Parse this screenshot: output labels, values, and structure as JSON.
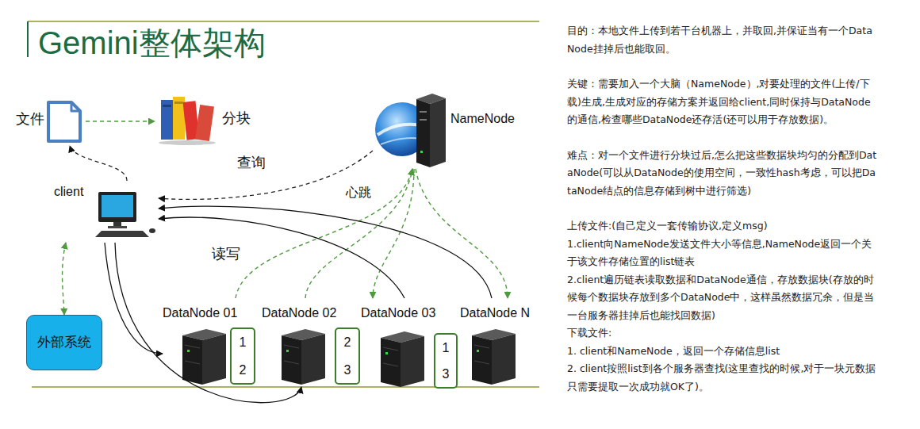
{
  "diagram": {
    "title": "Gemini整体架构",
    "nodes": [
      {
        "text": [
          "文件"
        ]
      },
      {
        "text": [
          "分块"
        ]
      },
      {
        "text": [
          "NameNode"
        ]
      },
      {
        "text": [
          "client"
        ]
      },
      {
        "text": [
          "外部系统"
        ]
      },
      {
        "text": [
          "DataNode 01"
        ]
      },
      {
        "text": [
          "1",
          "2"
        ]
      },
      {
        "text": [
          "DataNode 02"
        ]
      },
      {
        "text": [
          "2",
          "3"
        ]
      },
      {
        "text": [
          "DataNode 03"
        ]
      },
      {
        "text": [
          "1",
          "3"
        ]
      },
      {
        "text": [
          "DataNode N"
        ]
      }
    ],
    "edges": [
      {
        "from": 0,
        "to": 1,
        "arrow": "to"
      },
      {
        "from": 3,
        "to": 0,
        "arrow": "to"
      },
      {
        "from": 2,
        "to": 3,
        "arrow": "to"
      },
      {
        "from": 5,
        "to": 2,
        "arrow": "to"
      },
      {
        "from": 7,
        "to": 2,
        "arrow": "to"
      },
      {
        "from": 2,
        "to": 9,
        "arrow": "to"
      },
      {
        "from": 2,
        "to": 11,
        "arrow": "to"
      },
      {
        "from": 3,
        "to": 5,
        "arrow": "to"
      },
      {
        "from": 3,
        "to": 7,
        "arrow": "to"
      },
      {
        "from": 9,
        "to": 3,
        "arrow": "to"
      },
      {
        "from": 11,
        "to": 3,
        "arrow": "to"
      },
      {
        "from": 3,
        "to": 4,
        "arrow": "both"
      }
    ],
    "labels": [
      "查询",
      "心跳",
      "读写",
      "目的：本地文件上传到若干台机器上，并取回,并保证当有一个DataNode挂掉后也能取回。",
      "关键：需要加入一个大脑（NameNode）,对要处理的文件(上传/下载)生成,生成对应的存储方案并返回给client,同时保持与DataNode的通信,检查哪些DataNode还存活(还可以用于存放数据)。",
      "难点：对一个文件进行分块过后,怎么把这些数据块均匀的分配到DataNode(可以从DataNode的使用空间，一致性hash考虑，可以把DataNode结点的信息存储到树中进行筛选)",
      "上传文件:(自己定义一套传输协议,定义msg)",
      "1.client向NameNode发送文件大小等信息,NameNode返回一个关于该文件存储位置的list链表",
      "2.client遍历链表读取数据和DataNode通信，存放数据块(存放的时候每个数据块存放到多个DataNode中，这样虽然数据冗余，但是当一台服务器挂掉后也能找回数据)",
      "下载文件:",
      "1. client和NameNode，返回一个存储信息list",
      "2. client按照list到各个服务器查找(这里查找的时候,对于一块元数据只需要提取一次成功就OK了)。"
    ]
  }
}
